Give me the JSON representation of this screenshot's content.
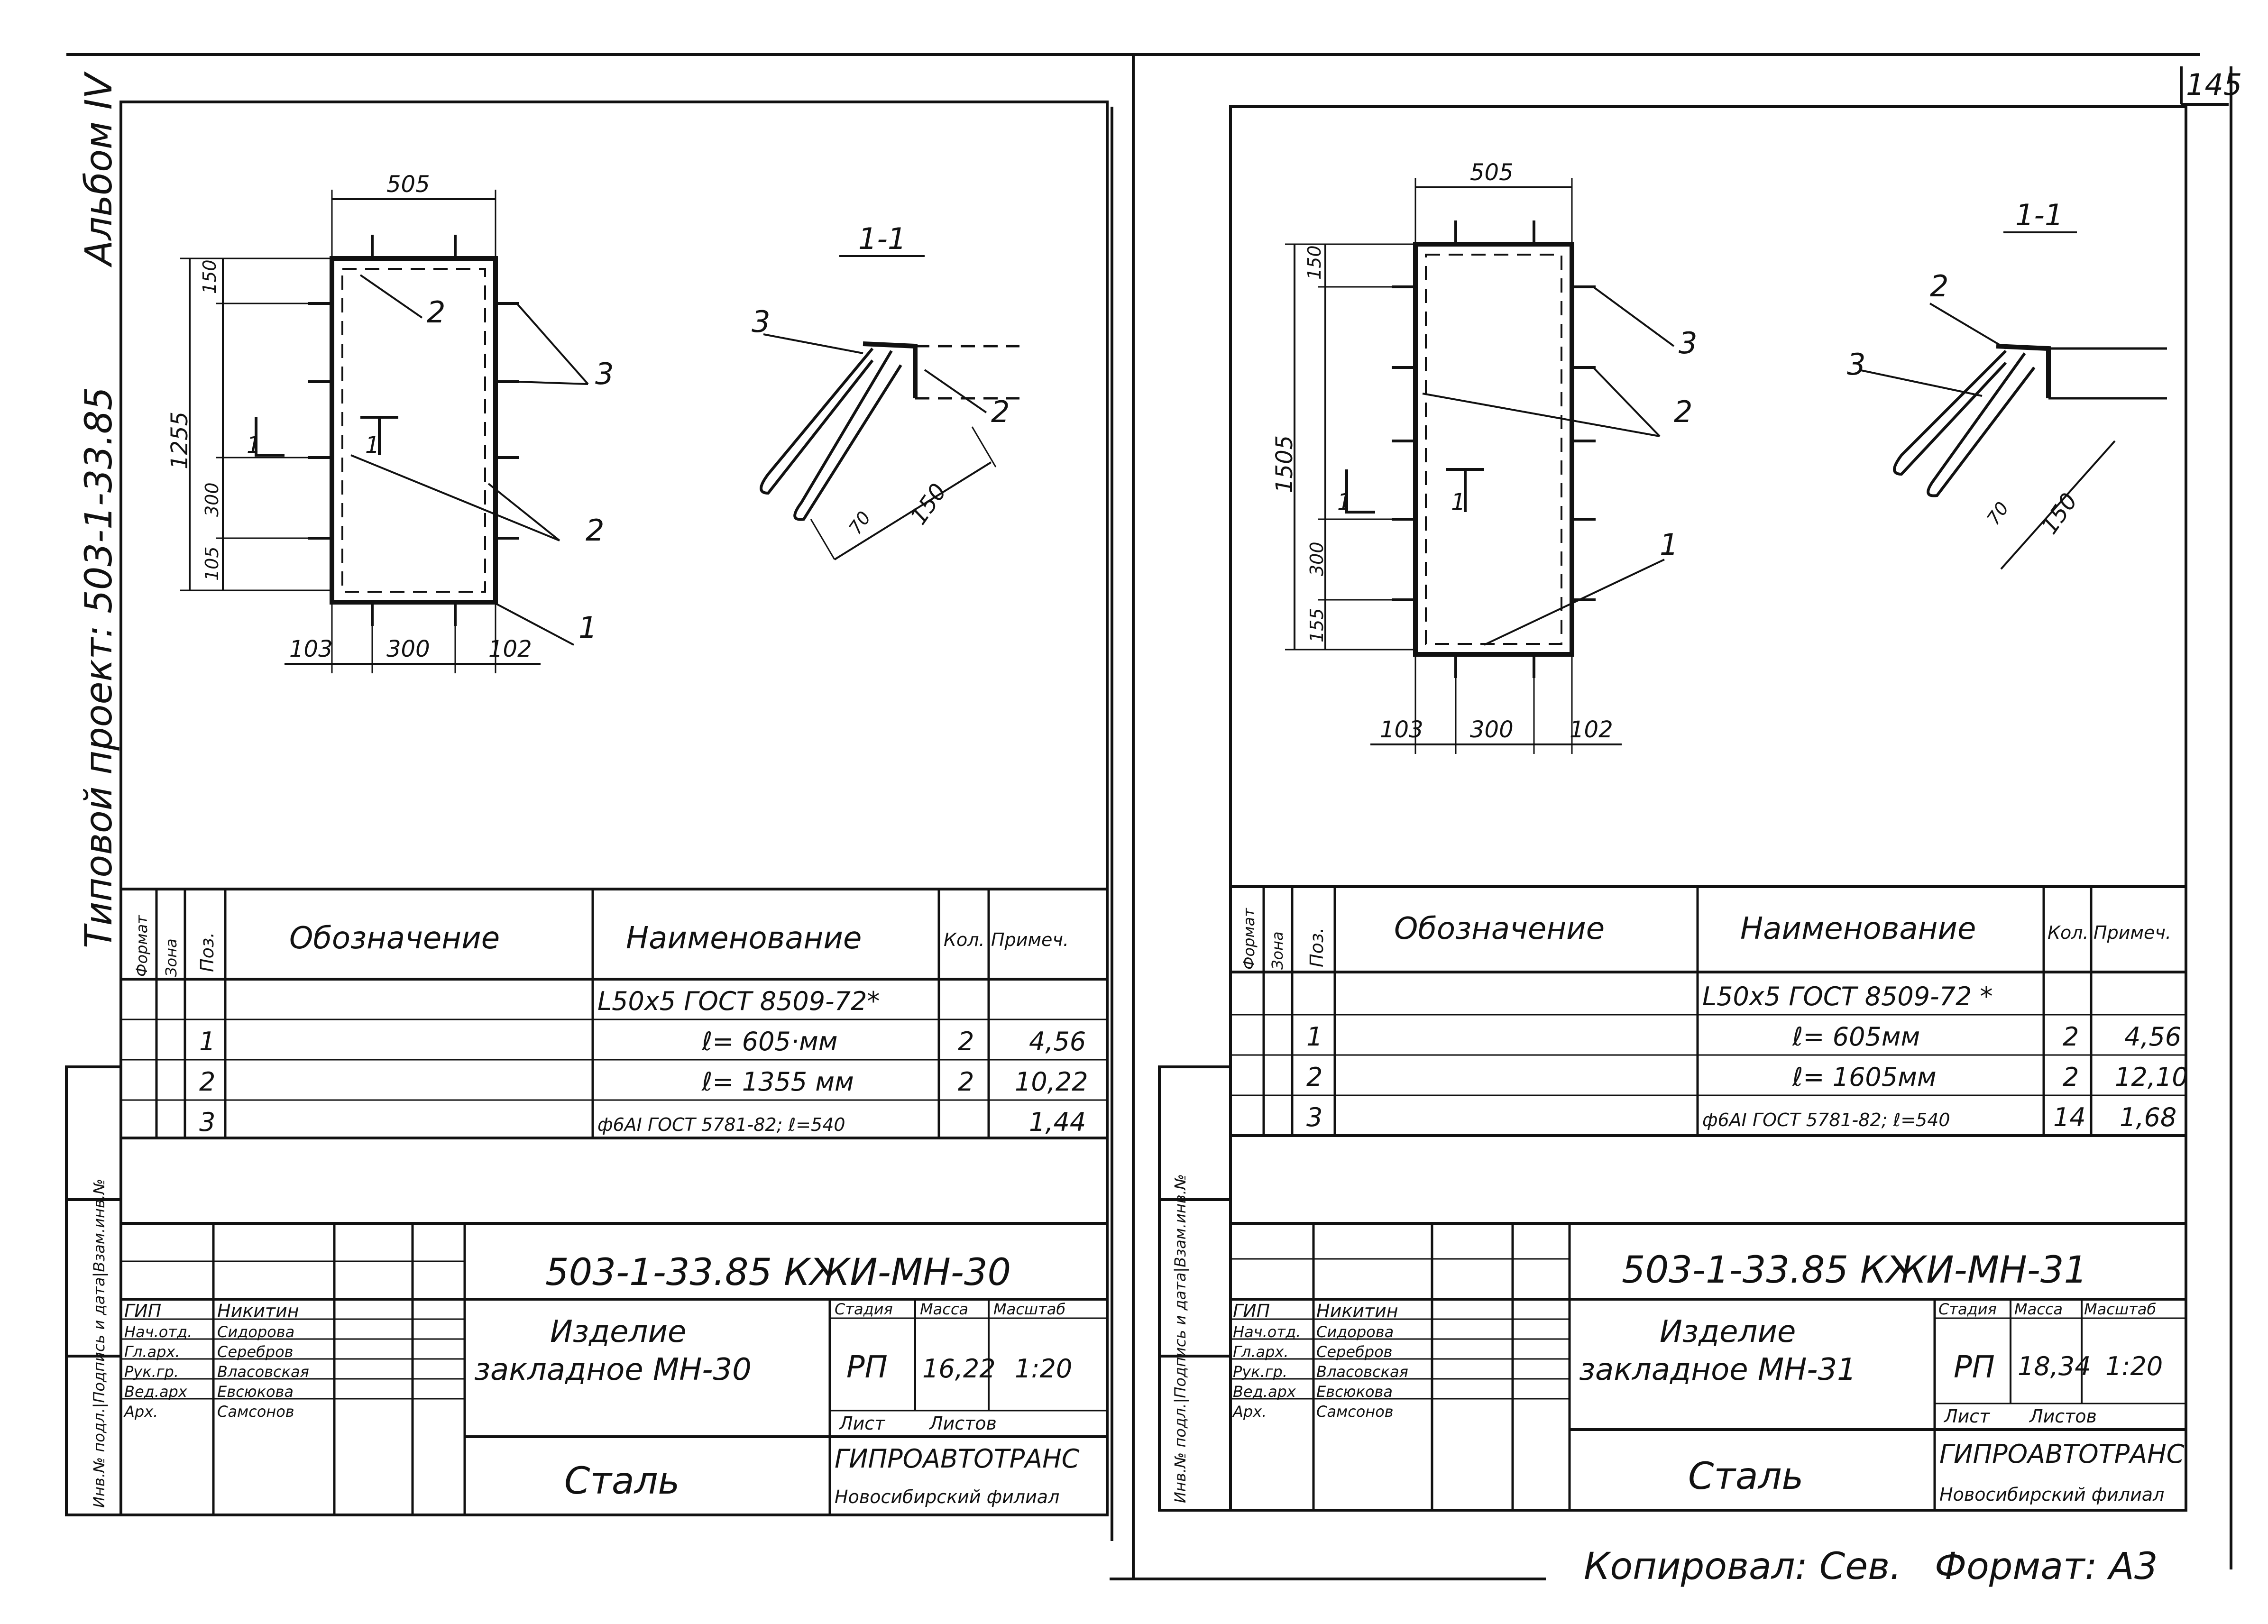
{
  "page_number": "145",
  "side_text": {
    "project": "Типовой проект: 503-1-33.85",
    "album": "Альбом IV"
  },
  "left_panel": "Инв.№ подл.|Подпись и дата|Взам.инв.№",
  "sheets": [
    {
      "plan": {
        "top_width": "505",
        "height_total": "1255",
        "top_offset": "150",
        "step": "300",
        "bottom_offset": "105",
        "bottom_dims": [
          "103",
          "300",
          "102"
        ],
        "callouts": [
          "2",
          "3",
          "2",
          "1"
        ],
        "cut_marks": [
          "1",
          "1"
        ]
      },
      "section": {
        "title": "1-1",
        "callouts": [
          "3",
          "2"
        ],
        "dims": [
          "70",
          "150"
        ]
      },
      "spec": {
        "headers": [
          "Формат",
          "Зона",
          "Поз.",
          "Обозначение",
          "Наименование",
          "Кол.",
          "Примеч."
        ],
        "rows": [
          [
            "",
            "",
            "",
            "",
            "L50x5 ГОСТ 8509-72*",
            "",
            ""
          ],
          [
            "",
            "",
            "1",
            "",
            "ℓ= 605·мм",
            "2",
            "4,56"
          ],
          [
            "",
            "",
            "2",
            "",
            "ℓ= 1355 мм",
            "2",
            "10,22"
          ],
          [
            "",
            "",
            "3",
            "",
            "ф6АI ГОСТ 5781-82; ℓ=540",
            "",
            "1,44"
          ]
        ]
      },
      "title_block": {
        "code": "503-1-33.85 КЖИ-МН-30",
        "roles": [
          "ГИП",
          "Нач.отд.",
          "Гл.арх.",
          "Рук.гр.",
          "Вед.арх",
          "Арх."
        ],
        "names": [
          "Никитин",
          "Сидорова",
          "Серебров",
          "Власовская",
          "Евсюкова",
          "Самсонов"
        ],
        "item_line1": "Изделие",
        "item_line2": "закладное МН-30",
        "stage_h": "Стадия",
        "mass_h": "Масса",
        "scale_h": "Масштаб",
        "stage": "РП",
        "mass": "16,22",
        "scale": "1:20",
        "sheet_h": "Лист",
        "sheets_h": "Листов",
        "material": "Сталь",
        "org": "ГИПРОАВТОТРАНС",
        "branch": "Новосибирский филиал"
      }
    },
    {
      "plan": {
        "top_width": "505",
        "height_total": "1505",
        "top_offset": "150",
        "step": "300",
        "bottom_offset": "155",
        "bottom_dims": [
          "103",
          "300",
          "102"
        ],
        "callouts": [
          "3",
          "2",
          "1"
        ],
        "cut_marks": [
          "1",
          "1"
        ]
      },
      "section": {
        "title": "1-1",
        "callouts": [
          "2",
          "3"
        ],
        "dims": [
          "70",
          "150"
        ]
      },
      "spec": {
        "headers": [
          "Формат",
          "Зона",
          "Поз.",
          "Обозначение",
          "Наименование",
          "Кол.",
          "Примеч."
        ],
        "rows": [
          [
            "",
            "",
            "",
            "",
            "L50x5 ГОСТ 8509-72 *",
            "",
            ""
          ],
          [
            "",
            "",
            "1",
            "",
            "ℓ= 605мм",
            "2",
            "4,56"
          ],
          [
            "",
            "",
            "2",
            "",
            "ℓ= 1605мм",
            "2",
            "12,10"
          ],
          [
            "",
            "",
            "3",
            "",
            "ф6АI ГОСТ 5781-82; ℓ=540",
            "14",
            "1,68"
          ]
        ]
      },
      "title_block": {
        "code": "503-1-33.85 КЖИ-МН-31",
        "roles": [
          "ГИП",
          "Нач.отд.",
          "Гл.арх.",
          "Рук.гр.",
          "Вед.арх",
          "Арх."
        ],
        "names": [
          "Никитин",
          "Сидорова",
          "Серебров",
          "Власовская",
          "Евсюкова",
          "Самсонов"
        ],
        "item_line1": "Изделие",
        "item_line2": "закладное МН-31",
        "stage_h": "Стадия",
        "mass_h": "Масса",
        "scale_h": "Масштаб",
        "stage": "РП",
        "mass": "18,34",
        "scale": "1:20",
        "sheet_h": "Лист",
        "sheets_h": "Листов",
        "material": "Сталь",
        "org": "ГИПРОАВТОТРАНС",
        "branch": "Новосибирский филиал"
      }
    }
  ],
  "footer": {
    "copied": "Копировал: Сев.",
    "format": "Формат: А3"
  }
}
